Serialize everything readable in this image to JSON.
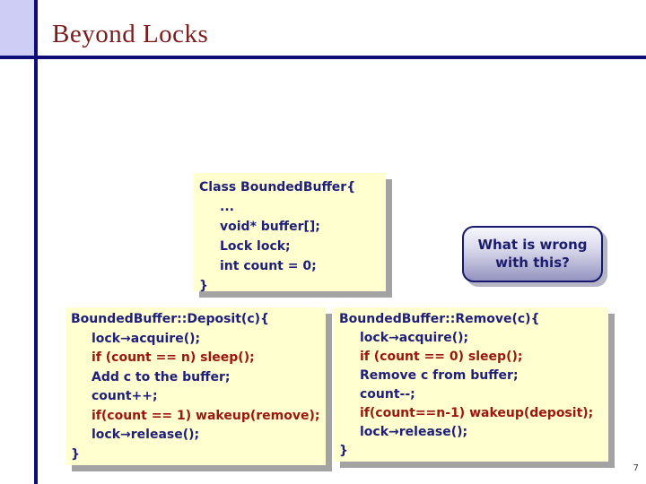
{
  "title": "Beyond Locks",
  "page_number": "7",
  "callout": {
    "lines": [
      "What is wrong",
      "with this?"
    ]
  },
  "code_boxes": {
    "class_def": {
      "lines": [
        {
          "text": "Class BoundedBuffer{",
          "color": "navy",
          "indent": 0
        },
        {
          "text": "...",
          "color": "navy",
          "indent": 1
        },
        {
          "text": "void* buffer[];",
          "color": "navy",
          "indent": 1
        },
        {
          "text": "Lock lock;",
          "color": "navy",
          "indent": 1
        },
        {
          "text": "int count = 0;",
          "color": "navy",
          "indent": 1
        },
        {
          "text": "}",
          "color": "navy",
          "indent": 0
        }
      ]
    },
    "deposit": {
      "lines": [
        {
          "text": "BoundedBuffer::Deposit(c){",
          "color": "navy",
          "indent": 0
        },
        {
          "text": "lock→acquire();",
          "color": "navy",
          "indent": 1
        },
        {
          "text": "if (count == n) sleep();",
          "color": "red",
          "indent": 1
        },
        {
          "text": "Add c to the buffer;",
          "color": "navy",
          "indent": 1
        },
        {
          "text": "count++;",
          "color": "navy",
          "indent": 1
        },
        {
          "text": "if(count == 1) wakeup(remove);",
          "color": "red",
          "indent": 1
        },
        {
          "text": "lock→release();",
          "color": "navy",
          "indent": 1
        },
        {
          "text": "}",
          "color": "navy",
          "indent": 0
        }
      ]
    },
    "remove": {
      "lines": [
        {
          "text": "BoundedBuffer::Remove(c){",
          "color": "navy",
          "indent": 0
        },
        {
          "text": "lock→acquire();",
          "color": "navy",
          "indent": 1
        },
        {
          "text": "if (count == 0) sleep();",
          "color": "red",
          "indent": 1
        },
        {
          "text": "Remove c from buffer;",
          "color": "navy",
          "indent": 1
        },
        {
          "text": "count--;",
          "color": "navy",
          "indent": 1
        },
        {
          "text": "if(count==n-1) wakeup(deposit);",
          "color": "red",
          "indent": 1
        },
        {
          "text": "lock→release();",
          "color": "navy",
          "indent": 1
        },
        {
          "text": "}",
          "color": "navy",
          "indent": 0
        }
      ]
    }
  },
  "colors": {
    "title_text": "#7b1b1b",
    "code_navy": "#1f1f7b",
    "code_red": "#9c150e",
    "code_box_bg": "#ffffcf",
    "accent_rule": "#0d0d7a",
    "corner_square": "#cdcdf6",
    "box_shadow": "#a3a3a3",
    "callout_border": "#16166b",
    "callout_gradient_top": "#f7f7fd",
    "callout_gradient_bottom": "#9393c0"
  }
}
